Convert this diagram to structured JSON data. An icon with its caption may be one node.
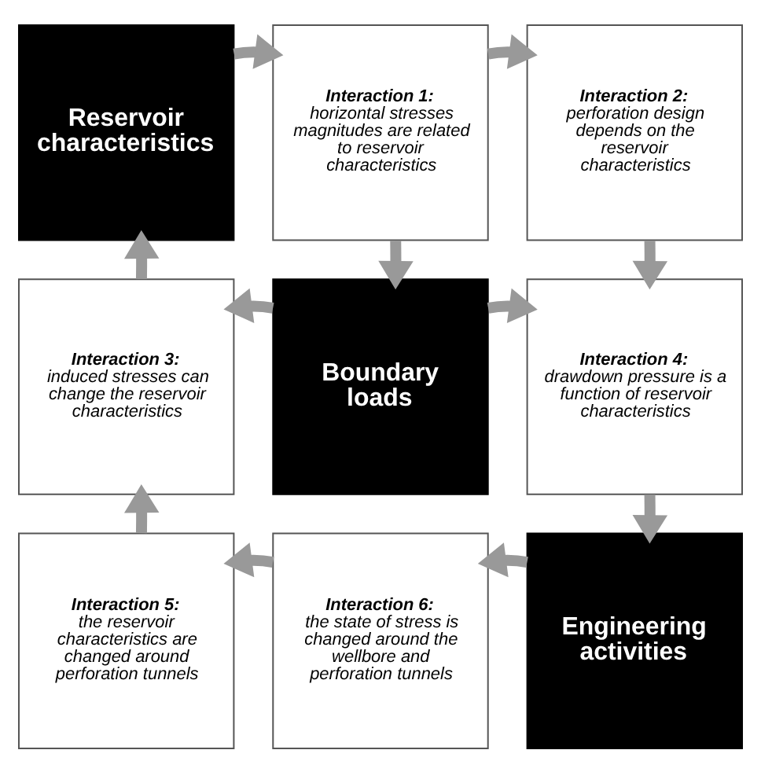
{
  "diagram": {
    "nodes": [
      {
        "text": [
          "Reservoir characteristics"
        ]
      },
      {
        "text": [
          "Interaction 1:",
          "horizontal stresses magnitudes are related to reservoir characteristics"
        ]
      },
      {
        "text": [
          "Interaction 2:",
          "perforation design depends on the reservoir characteristics"
        ]
      },
      {
        "text": [
          "Interaction 3:",
          "induced stresses can change the reservoir characteristics"
        ]
      },
      {
        "text": [
          "Boundary loads"
        ]
      },
      {
        "text": [
          "Interaction 4:",
          "drawdown pressure is a function of reservoir characteristics"
        ]
      },
      {
        "text": [
          "Interaction 5:",
          "the reservoir characteristics are changed around perforation tunnels"
        ]
      },
      {
        "text": [
          "Interaction 6:",
          "the state of stress is changed around the wellbore and perforation tunnels"
        ]
      },
      {
        "text": [
          "Engineering activities"
        ]
      }
    ],
    "edges": [
      {
        "from": 0,
        "to": 1,
        "arrow": "to"
      },
      {
        "from": 1,
        "to": 2,
        "arrow": "to"
      },
      {
        "from": 1,
        "to": 4,
        "arrow": "to"
      },
      {
        "from": 2,
        "to": 5,
        "arrow": "to"
      },
      {
        "from": 4,
        "to": 3,
        "arrow": "to"
      },
      {
        "from": 4,
        "to": 5,
        "arrow": "to"
      },
      {
        "from": 3,
        "to": 0,
        "arrow": "to"
      },
      {
        "from": 5,
        "to": 8,
        "arrow": "to"
      },
      {
        "from": 8,
        "to": 7,
        "arrow": "to"
      },
      {
        "from": 7,
        "to": 6,
        "arrow": "to"
      },
      {
        "from": 6,
        "to": 3,
        "arrow": "to"
      }
    ]
  }
}
